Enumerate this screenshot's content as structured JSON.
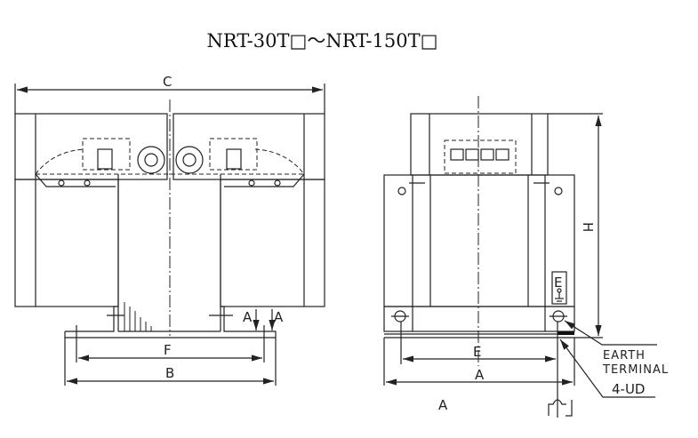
{
  "title": "NRT-30T□～NRT-150T□",
  "front_view": {
    "dim_c": "C",
    "dim_f": "F",
    "dim_b": "B",
    "section_a1": "A",
    "section_a2": "A"
  },
  "side_view": {
    "dim_e": "E",
    "dim_a": "A",
    "dim_h": "H",
    "earth_mark": "E",
    "earth_label_1": "EARTH",
    "earth_label_2": "TERMINAL",
    "hole_label": "4-UD",
    "view_label": "A"
  }
}
